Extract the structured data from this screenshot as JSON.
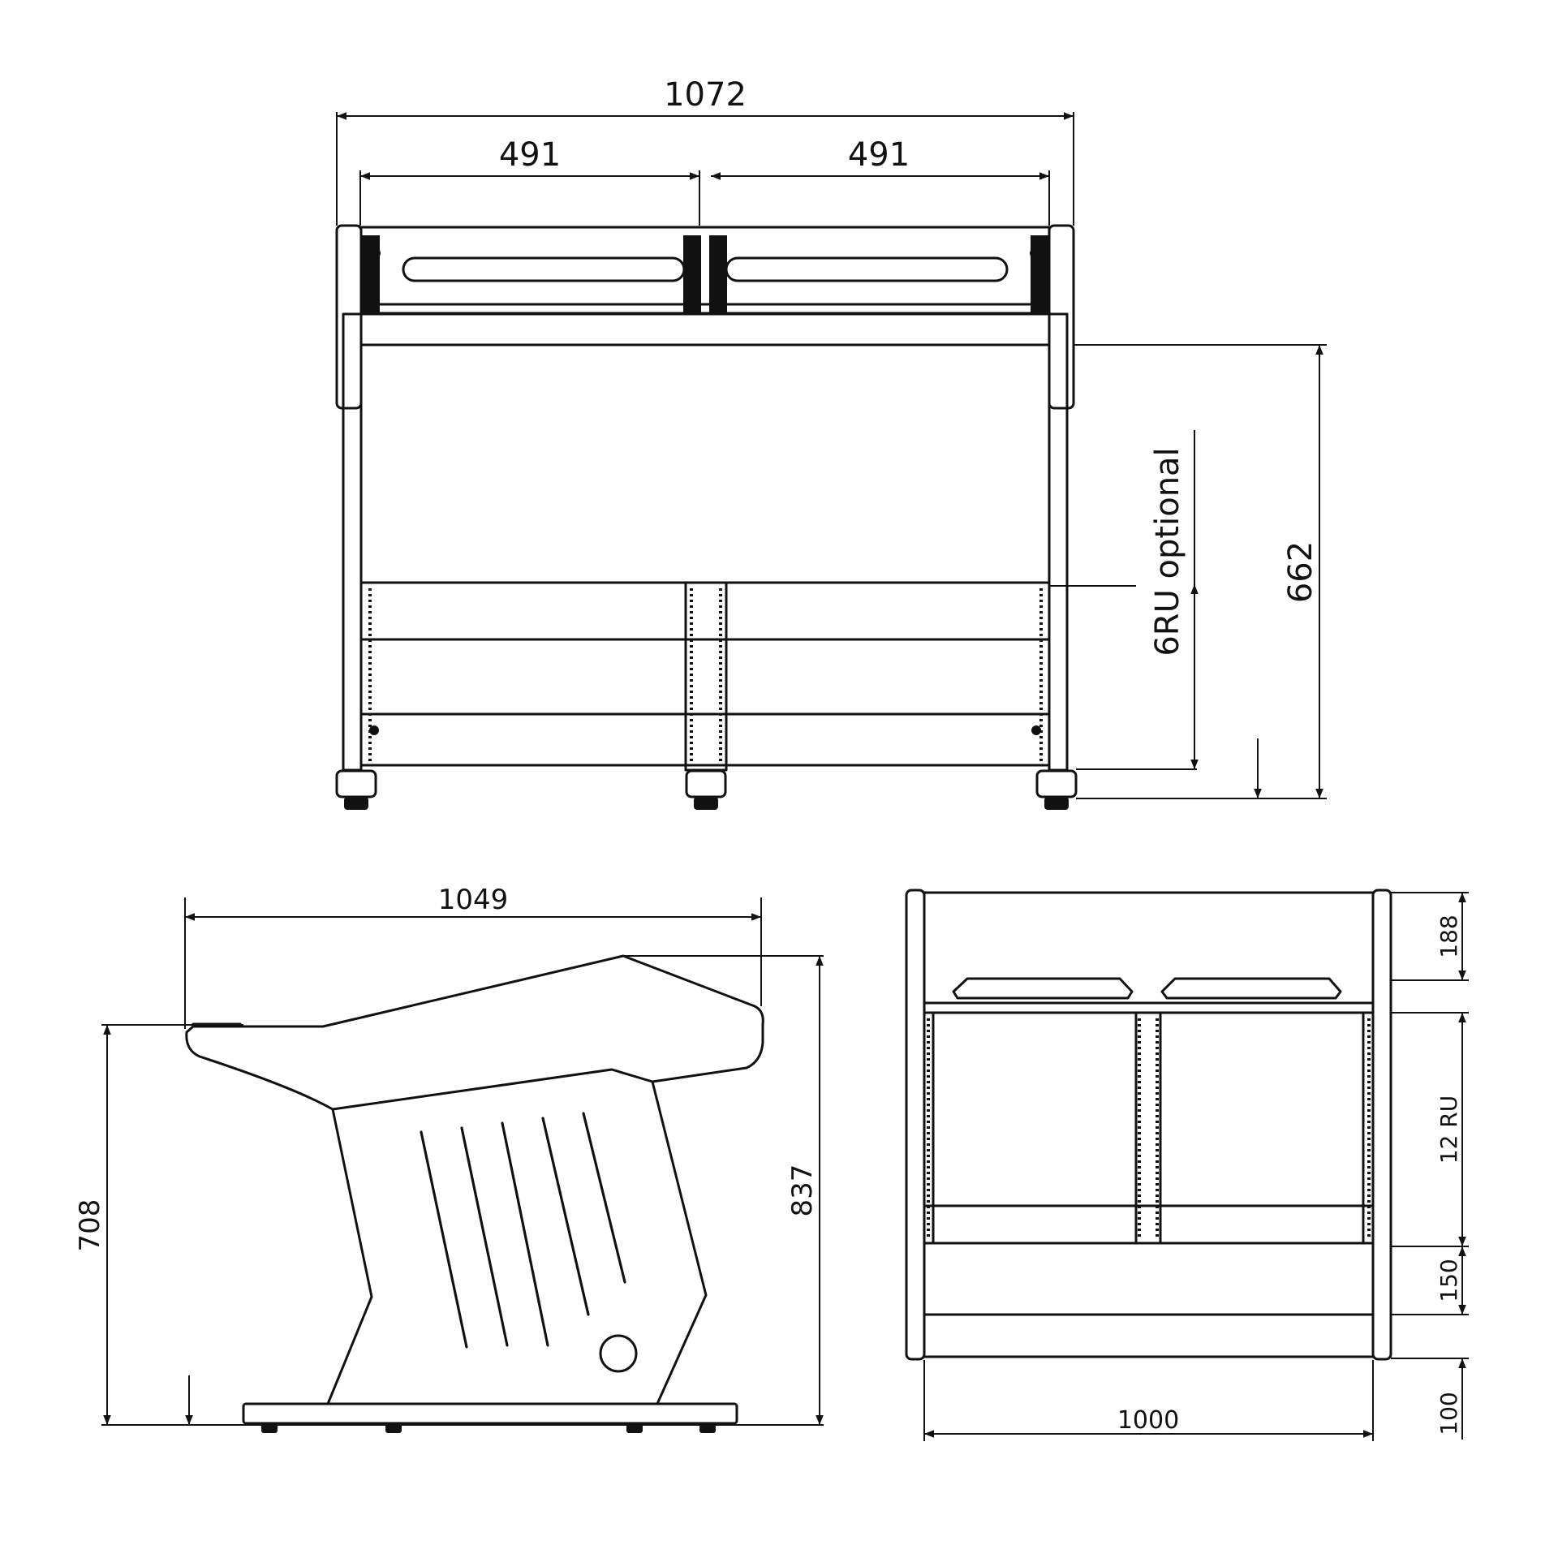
{
  "front_view": {
    "overall_width": "1072",
    "bay_left_width": "491",
    "bay_right_width": "491",
    "overall_height": "662",
    "rack_note": "6RU optional"
  },
  "side_view": {
    "depth": "1049",
    "front_height": "708",
    "rear_height": "837"
  },
  "top_view": {
    "width": "1000",
    "top_depth": "188",
    "rack_label": "12 RU",
    "middle_depth": "150",
    "bottom_depth": "100"
  }
}
